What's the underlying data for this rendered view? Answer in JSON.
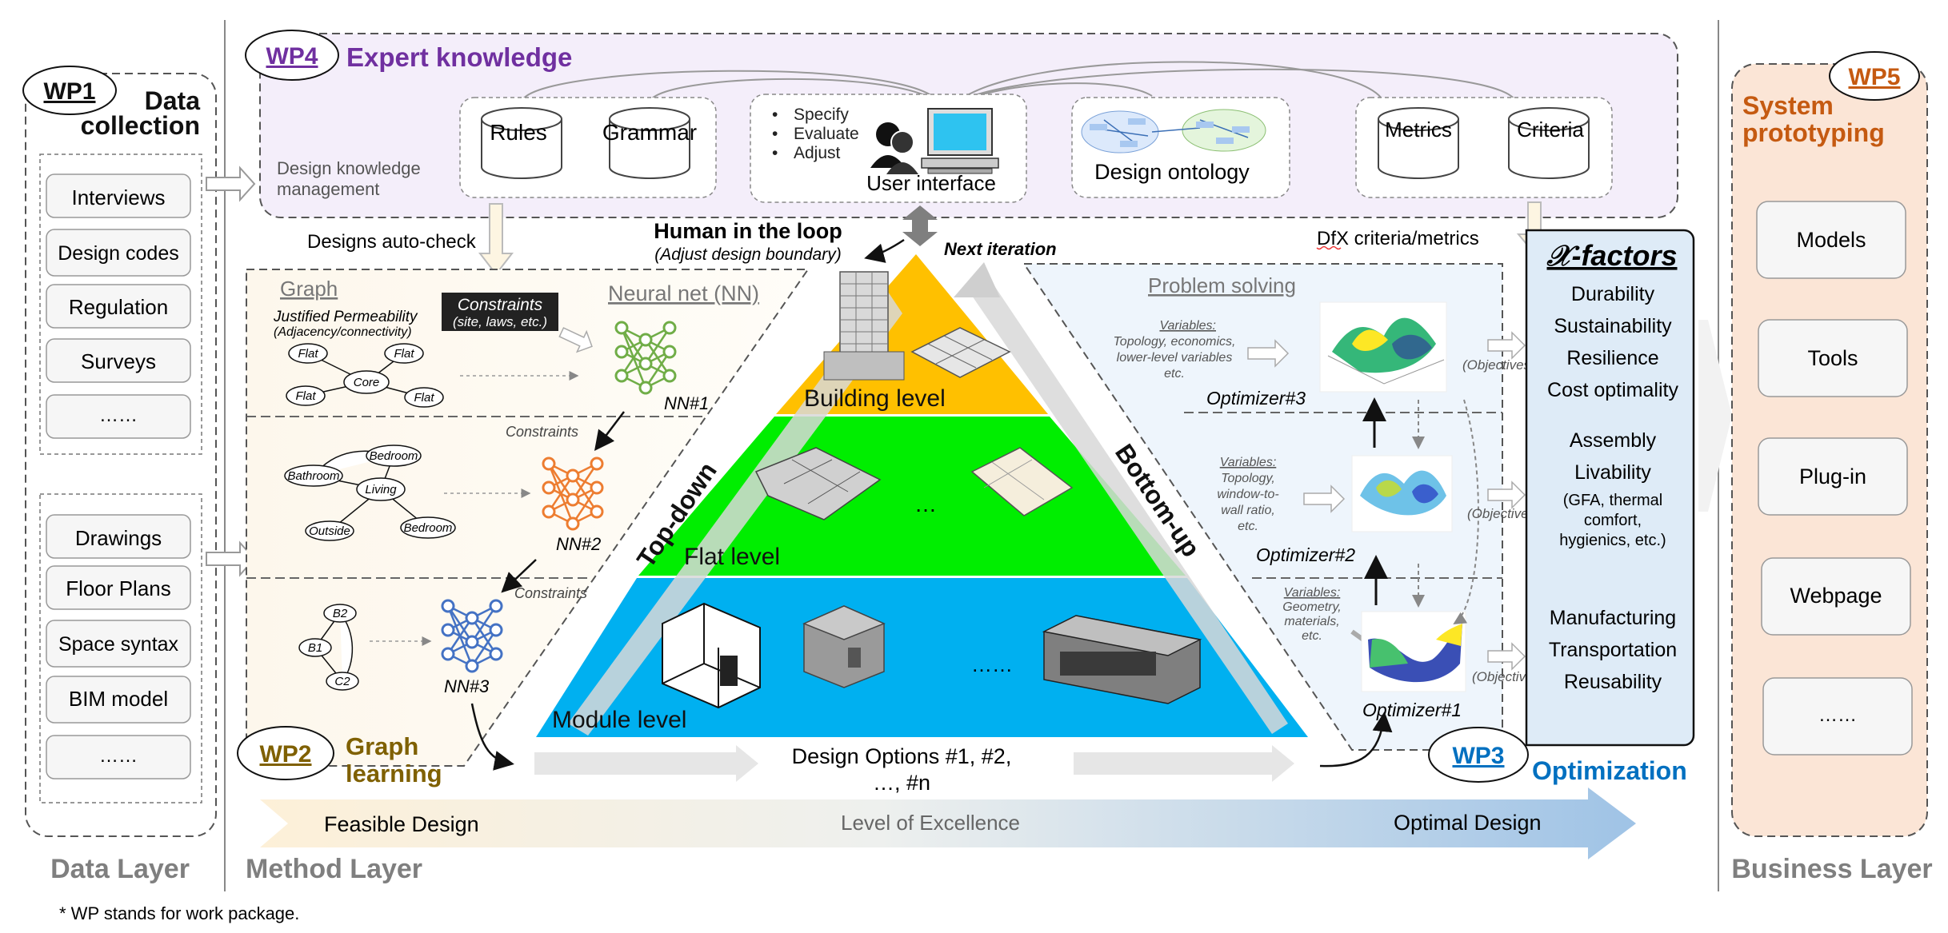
{
  "data_layer": {
    "wp_label": "WP1",
    "title_line1": "Data",
    "title_line2": "collection",
    "group1": [
      "Interviews",
      "Design codes",
      "Regulation",
      "Surveys",
      "……"
    ],
    "group2": [
      "Drawings",
      "Floor Plans",
      "Space syntax",
      "BIM model",
      "……"
    ],
    "layer_name": "Data Layer"
  },
  "expert": {
    "wp_label": "WP4",
    "title": "Expert knowledge",
    "management": "Design knowledge management",
    "rules": "Rules",
    "grammar": "Grammar",
    "actions": [
      "Specify",
      "Evaluate",
      "Adjust"
    ],
    "user_interface": "User interface",
    "ontology": "Design ontology",
    "metrics": "Metrics",
    "criteria": "Criteria"
  },
  "graph_learning": {
    "wp_label": "WP2",
    "title_line1": "Graph",
    "title_line2": "learning",
    "auto_check": "Designs auto-check",
    "graph_title": "Graph",
    "nn_title": "Neural net (NN)",
    "permeability": "Justified Permeability",
    "adjacency": "(Adjacency/connectivity)",
    "constraints_box": "Constraints",
    "constraints_sub": "(site, laws, etc.)",
    "constraints": "Constraints",
    "nn1": "NN#1",
    "nn2": "NN#2",
    "nn3": "NN#3",
    "graph1_nodes": [
      "Flat",
      "Core",
      "Flat",
      "Flat",
      "Flat"
    ],
    "graph2_nodes": [
      "Bedroom",
      "Bathroom",
      "Living",
      "Outside",
      "Bedroom"
    ],
    "graph3_nodes": [
      "B2",
      "B1",
      "C2"
    ]
  },
  "pyramid": {
    "human_loop": "Human in the loop",
    "human_loop_sub": "(Adjust design boundary)",
    "next_iteration": "Next iteration",
    "building": "Building level",
    "flat": "Flat level",
    "module": "Module level",
    "top_down": "Top-down",
    "bottom_up": "Bottom-up",
    "ellipsis_flat": "…",
    "ellipsis_module": "……",
    "options_line1": "Design Options #1, #2,",
    "options_line2": "…,  #n"
  },
  "optimization": {
    "wp_label": "WP3",
    "title": "Optimization",
    "dfx": "DfX criteria/metrics",
    "problem_solving": "Problem solving",
    "variables": "Variables:",
    "vars3": [
      "Topology, economics,",
      "lower-level variables",
      "etc."
    ],
    "vars2": [
      "Topology,",
      "window-to-",
      "wall ratio,",
      "etc."
    ],
    "vars1": [
      "Geometry,",
      "materials,",
      "etc."
    ],
    "opt3": "Optimizer#3",
    "opt2": "Optimizer#2",
    "opt1": "Optimizer#1",
    "objectives": "(Objectives)"
  },
  "xfactors": {
    "title": "𝒳-factors",
    "g1": [
      "Durability",
      "Sustainability",
      "Resilience",
      "Cost optimality"
    ],
    "g2": [
      "Assembly",
      "Livability",
      "(GFA, thermal",
      "comfort,",
      "hygienics, etc.)"
    ],
    "g3": [
      "Manufacturing",
      "Transportation",
      "Reusability"
    ]
  },
  "business": {
    "wp_label": "WP5",
    "title_line1": "System",
    "title_line2": "prototyping",
    "items": [
      "Models",
      "Tools",
      "Plug-in",
      "Webpage",
      "……"
    ],
    "layer_name": "Business Layer"
  },
  "bottom": {
    "feasible": "Feasible Design",
    "excellence": "Level of Excellence",
    "optimal": "Optimal Design",
    "method_layer": "Method Layer",
    "footnote": "* WP stands for work package."
  },
  "colors": {
    "wp4": "#7030a0",
    "wp2": "#7f6000",
    "wp3": "#0070c0",
    "wp5": "#c55a11",
    "building": "#ffc000",
    "flat": "#00ee00",
    "module": "#00b0f0"
  }
}
